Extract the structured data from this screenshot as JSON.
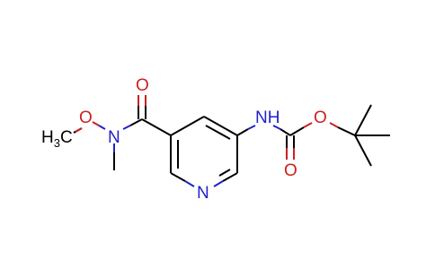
{
  "molecule": {
    "atoms": {
      "methoxy_carbon": {
        "label": "H3C",
        "main": "H",
        "sub": "3",
        "tail": "C",
        "element": "C"
      },
      "methoxy_oxygen": {
        "label": "O",
        "element": "O"
      },
      "amide_nitrogen": {
        "label": "N",
        "element": "N"
      },
      "n_methyl": {
        "label": "",
        "element": "C"
      },
      "amide_oxygen": {
        "label": "O",
        "element": "O"
      },
      "ring_nitrogen": {
        "label": "N",
        "element": "N"
      },
      "carbamate_nh": {
        "label": "NH",
        "element": "N"
      },
      "carbamate_carbonyl_oxygen": {
        "label": "O",
        "element": "O"
      },
      "ester_oxygen": {
        "label": "O",
        "element": "O"
      }
    },
    "colors": {
      "carbon": "#000000",
      "oxygen": "#cc2020",
      "nitrogen": "#2020cc",
      "background": "#ffffff"
    }
  }
}
